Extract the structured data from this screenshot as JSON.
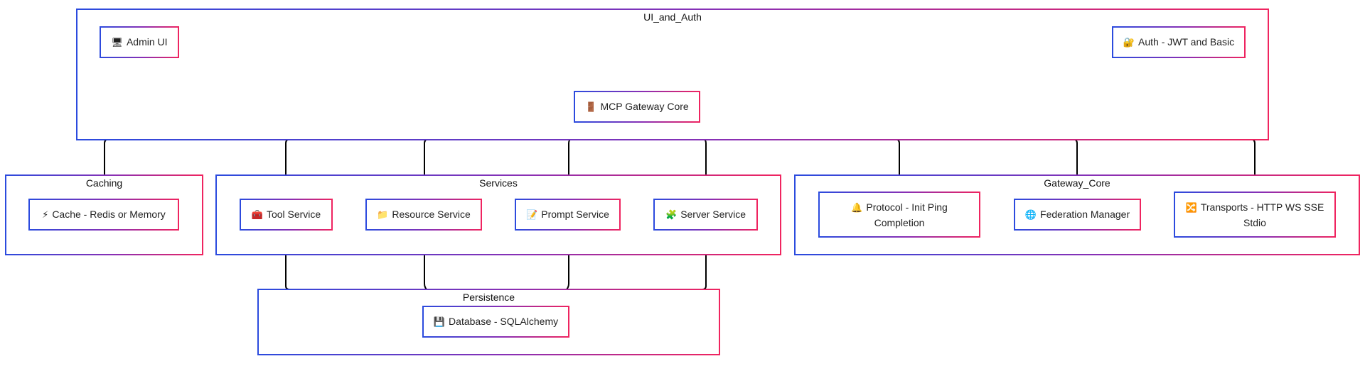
{
  "clusters": {
    "ui_and_auth": {
      "title": "UI_and_Auth"
    },
    "caching": {
      "title": "Caching"
    },
    "services": {
      "title": "Services"
    },
    "gateway_core": {
      "title": "Gateway_Core"
    },
    "persistence": {
      "title": "Persistence"
    }
  },
  "nodes": {
    "admin_ui": {
      "icon": "desktop-computer-icon",
      "glyph": "🖥",
      "label": "Admin UI"
    },
    "auth": {
      "icon": "lock-icon",
      "glyph": "🔐",
      "label": "Auth - JWT and Basic"
    },
    "core": {
      "icon": "door-icon",
      "glyph": "🚪",
      "label": "MCP Gateway Core"
    },
    "cache": {
      "icon": "lightning-icon",
      "glyph": "⚡",
      "label": "Cache - Redis or Memory"
    },
    "tool": {
      "icon": "toolbox-icon",
      "glyph": "🧰",
      "label": "Tool Service"
    },
    "resource": {
      "icon": "folder-icon",
      "glyph": "📁",
      "label": "Resource Service"
    },
    "prompt": {
      "icon": "memo-icon",
      "glyph": "📝",
      "label": "Prompt Service"
    },
    "server": {
      "icon": "puzzle-icon",
      "glyph": "🧩",
      "label": "Server Service"
    },
    "protocol": {
      "icon": "bell-icon",
      "glyph": "🔔",
      "label": "Protocol - Init Ping Completion"
    },
    "federation": {
      "icon": "globe-icon",
      "glyph": "🌐",
      "label": "Federation Manager"
    },
    "transports": {
      "icon": "shuffle-icon",
      "glyph": "🔀",
      "label": "Transports - HTTP WS SSE Stdio"
    },
    "database": {
      "icon": "floppy-disk-icon",
      "glyph": "💾",
      "label": "Database - SQLAlchemy"
    }
  },
  "colors": {
    "border_start": "#2b4bde",
    "border_end": "#f0245f",
    "edge": "#000000"
  },
  "edges": [
    {
      "from": "admin_ui",
      "to": "core"
    },
    {
      "from": "auth",
      "to": "core"
    },
    {
      "from": "core",
      "to": "cache"
    },
    {
      "from": "core",
      "to": "tool"
    },
    {
      "from": "core",
      "to": "resource"
    },
    {
      "from": "core",
      "to": "prompt"
    },
    {
      "from": "core",
      "to": "server"
    },
    {
      "from": "core",
      "to": "protocol"
    },
    {
      "from": "core",
      "to": "federation"
    },
    {
      "from": "core",
      "to": "transports"
    },
    {
      "from": "tool",
      "to": "database"
    },
    {
      "from": "resource",
      "to": "database"
    },
    {
      "from": "prompt",
      "to": "database"
    },
    {
      "from": "server",
      "to": "database"
    }
  ]
}
